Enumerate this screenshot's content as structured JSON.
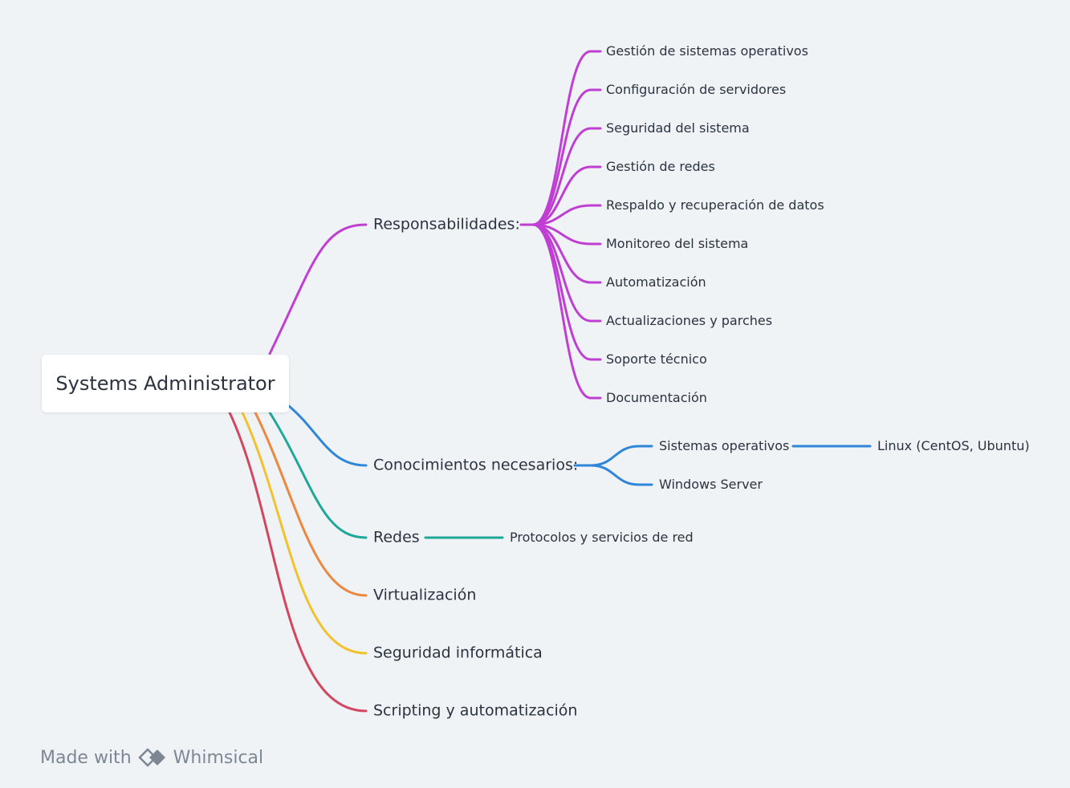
{
  "root": {
    "label": "Systems Administrator"
  },
  "branches": [
    {
      "id": "responsabilidades",
      "label": "Responsabilidades:",
      "color": "#c03fd3",
      "children": [
        {
          "label": "Gestión de sistemas operativos"
        },
        {
          "label": "Configuración de servidores"
        },
        {
          "label": "Seguridad del sistema"
        },
        {
          "label": "Gestión de redes"
        },
        {
          "label": "Respaldo y recuperación de datos"
        },
        {
          "label": "Monitoreo del sistema"
        },
        {
          "label": "Automatización"
        },
        {
          "label": "Actualizaciones y parches"
        },
        {
          "label": "Soporte técnico"
        },
        {
          "label": "Documentación"
        }
      ]
    },
    {
      "id": "conocimientos",
      "label": "Conocimientos necesarios:",
      "color": "#2f86d9",
      "children": [
        {
          "label": "Sistemas operativos",
          "children": [
            {
              "label": "Linux (CentOS, Ubuntu)"
            }
          ]
        },
        {
          "label": "Windows Server"
        }
      ]
    },
    {
      "id": "redes",
      "label": "Redes",
      "color": "#1fa898",
      "children": [
        {
          "label": "Protocolos y servicios de red"
        }
      ]
    },
    {
      "id": "virtualizacion",
      "label": "Virtualización",
      "color": "#ec8740",
      "children": []
    },
    {
      "id": "seguridad",
      "label": "Seguridad informática",
      "color": "#f2c12e",
      "children": []
    },
    {
      "id": "scripting",
      "label": "Scripting y automatización",
      "color": "#d2475f",
      "children": []
    }
  ],
  "watermark": {
    "made_with": "Made with",
    "brand": "Whimsical"
  }
}
